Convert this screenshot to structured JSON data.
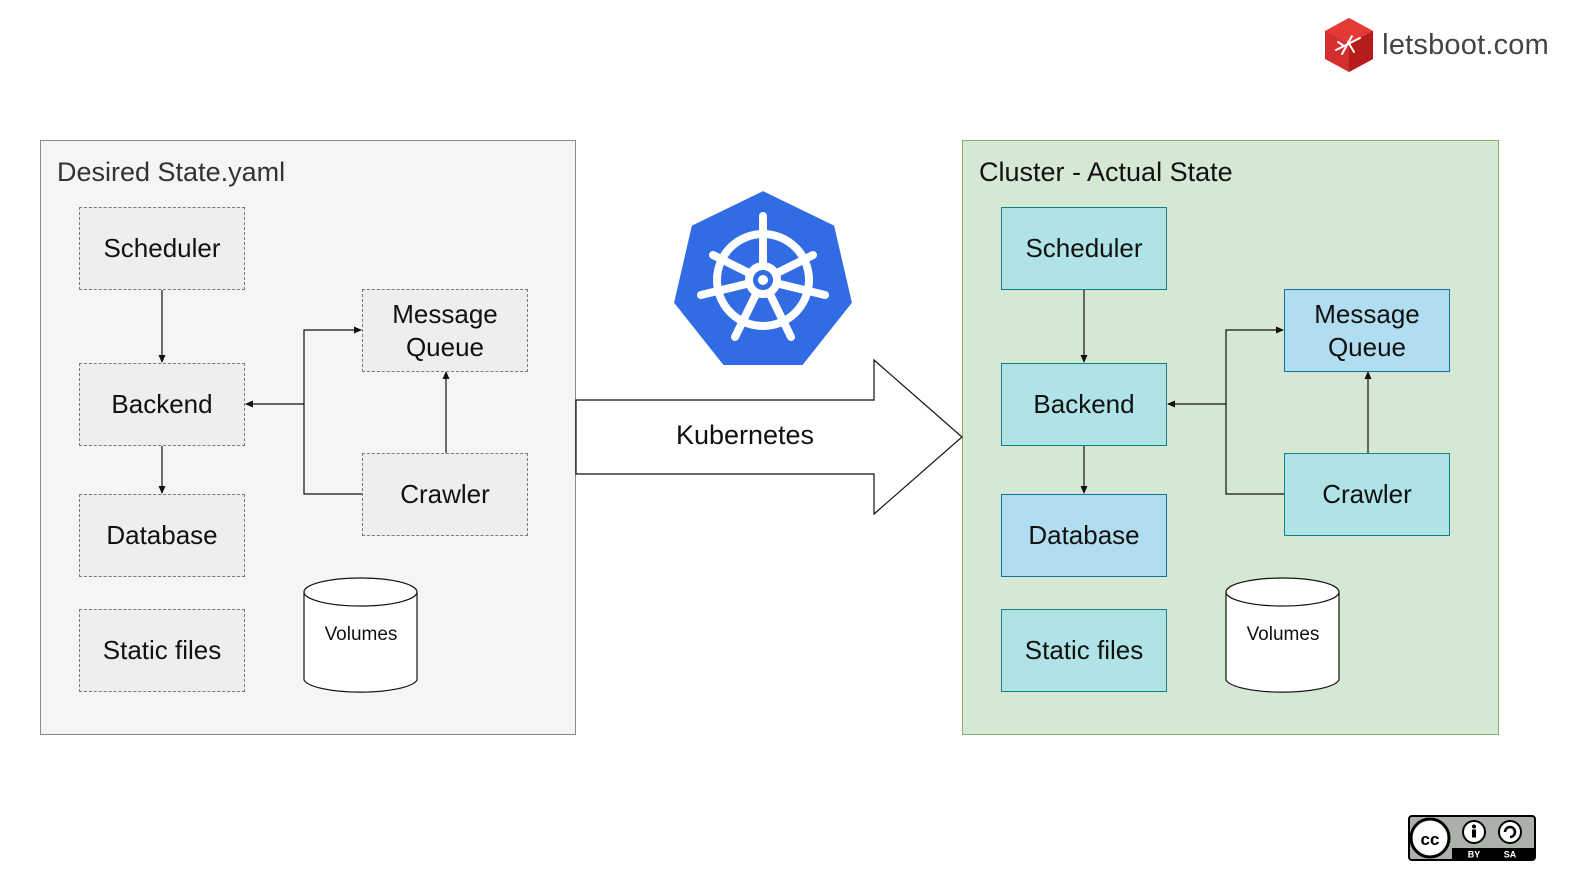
{
  "brand": {
    "name": "letsboot.com",
    "icon": "letsboot-hexagon-logo"
  },
  "left_panel": {
    "title": "Desired State.yaml",
    "boxes": {
      "scheduler": "Scheduler",
      "backend": "Backend",
      "database": "Database",
      "static_files": "Static files",
      "message_queue": "Message\nQueue",
      "crawler": "Crawler"
    },
    "volumes": "Volumes"
  },
  "right_panel": {
    "title": "Cluster - Actual State",
    "boxes": {
      "scheduler": "Scheduler",
      "backend": "Backend",
      "database": "Database",
      "static_files": "Static files",
      "message_queue": "Message\nQueue",
      "crawler": "Crawler"
    },
    "volumes": "Volumes"
  },
  "transition": {
    "label": "Kubernetes",
    "logo": "kubernetes-helm-icon"
  },
  "license": {
    "icon": "cc-by-sa-icon",
    "by": "BY",
    "sa": "SA"
  },
  "colors": {
    "desired_fill": "#eeeeee",
    "actual_panel": "#d5e8d4",
    "actual_teal": "#b0e3e6",
    "actual_blue": "#b1ddf0",
    "kubernetes_blue": "#326ce5",
    "brand_red": "#d32f2f"
  }
}
